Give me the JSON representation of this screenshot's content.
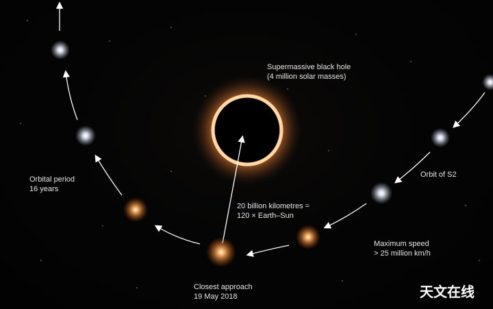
{
  "labels": {
    "black_hole": [
      "Supermassive black hole",
      "(4 million solar masses)"
    ],
    "orbital_period": [
      "Orbital period",
      "16 years"
    ],
    "orbit_name": "Orbit of S2",
    "distance": [
      "20 billion kilometres =",
      "120 × Earth–Sun"
    ],
    "max_speed": [
      "Maximum speed",
      "> 25 million km/h"
    ],
    "closest": [
      "Closest approach",
      "19 May 2018"
    ]
  },
  "watermark": "天文在线",
  "colors": {
    "hot_star": "#ffb066",
    "cool_star": "#dfe8ff",
    "ring": "#ffcf9a"
  }
}
